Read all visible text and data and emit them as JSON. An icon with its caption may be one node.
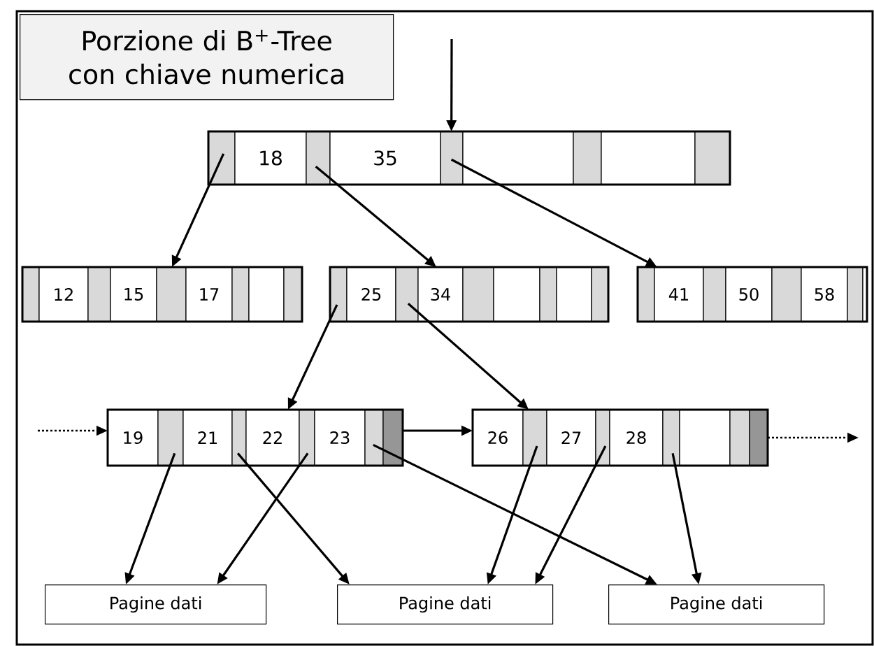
{
  "diagram": {
    "nodes": [
      {
        "text": [
          "Porzione di B$^{+}$-Tree con chiave numerica"
        ]
      },
      {
        "text": [
          "18",
          "35"
        ]
      },
      {
        "text": [
          "12",
          "15",
          "17"
        ]
      },
      {
        "text": [
          "25",
          "34"
        ]
      },
      {
        "text": [
          "41",
          "50",
          "58"
        ]
      },
      {
        "text": [
          "19",
          "21",
          "22",
          "23"
        ]
      },
      {
        "text": [
          "26",
          "27",
          "28"
        ]
      },
      {
        "text": [
          "Pagine dati"
        ]
      },
      {
        "text": [
          "Pagine dati"
        ]
      },
      {
        "text": [
          "Pagine dati"
        ]
      }
    ],
    "edges": [
      {
        "from": null,
        "to": 1,
        "arrow": "to"
      },
      {
        "from": 1,
        "to": 2,
        "arrow": "to"
      },
      {
        "from": 1,
        "to": 3,
        "arrow": "to"
      },
      {
        "from": 1,
        "to": 4,
        "arrow": "to"
      },
      {
        "from": 3,
        "to": 5,
        "arrow": "to"
      },
      {
        "from": 3,
        "to": 6,
        "arrow": "to"
      },
      {
        "from": 5,
        "to": 6,
        "arrow": "to"
      },
      {
        "from": null,
        "to": 5,
        "arrow": "to",
        "style": "dashed"
      },
      {
        "from": 6,
        "to": null,
        "arrow": "to",
        "style": "dashed"
      },
      {
        "from": 5,
        "to": 7,
        "arrow": "to"
      },
      {
        "from": 5,
        "to": 8,
        "arrow": "to"
      },
      {
        "from": 5,
        "to": 7,
        "arrow": "to"
      },
      {
        "from": 5,
        "to": 9,
        "arrow": "to"
      },
      {
        "from": 6,
        "to": 8,
        "arrow": "to"
      },
      {
        "from": 6,
        "to": 8,
        "arrow": "to"
      },
      {
        "from": 6,
        "to": 9,
        "arrow": "to"
      }
    ]
  }
}
